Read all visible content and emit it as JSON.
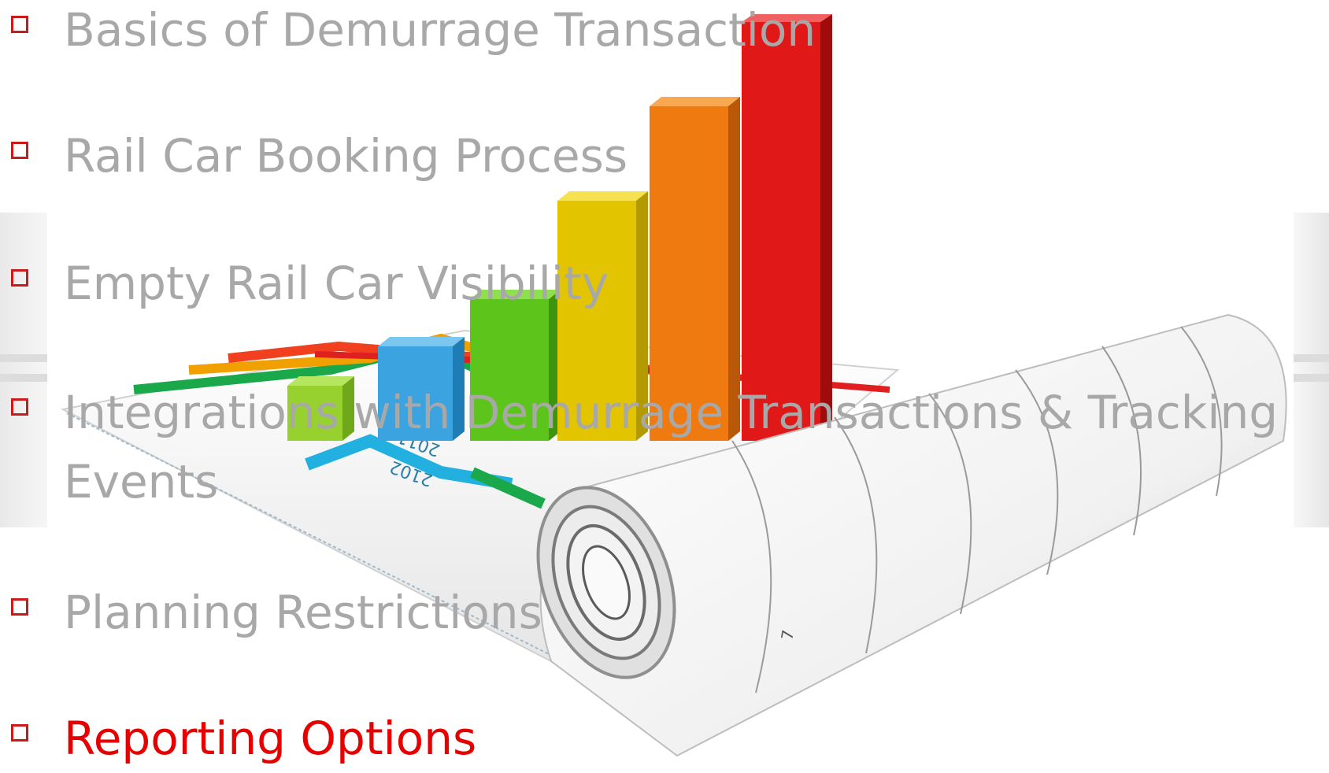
{
  "slide": {
    "agenda_items": [
      {
        "label": "Basics of Demurrage Transaction",
        "state": "inactive"
      },
      {
        "label": "Rail Car Booking Process",
        "state": "inactive"
      },
      {
        "label": "Empty Rail Car Visibility",
        "state": "inactive"
      },
      {
        "label": "Integrations with Demurrage Transactions & Tracking Events",
        "state": "inactive"
      },
      {
        "label": "Planning Restrictions",
        "state": "inactive"
      },
      {
        "label": "Reporting Options",
        "state": "active"
      }
    ],
    "illustration": {
      "icon": "bar-chart-on-rolled-paper-icon",
      "bar_colors": [
        "#97d130",
        "#3aa3e0",
        "#5cc41a",
        "#e2c400",
        "#ee7a10",
        "#e01818"
      ],
      "paper_labels": [
        "2011",
        "2102"
      ],
      "roll_marks": [
        "7"
      ]
    },
    "colors": {
      "active": "#e60000",
      "inactive": "#a8a8a8",
      "bullet_box": "#cc1a1a"
    }
  }
}
